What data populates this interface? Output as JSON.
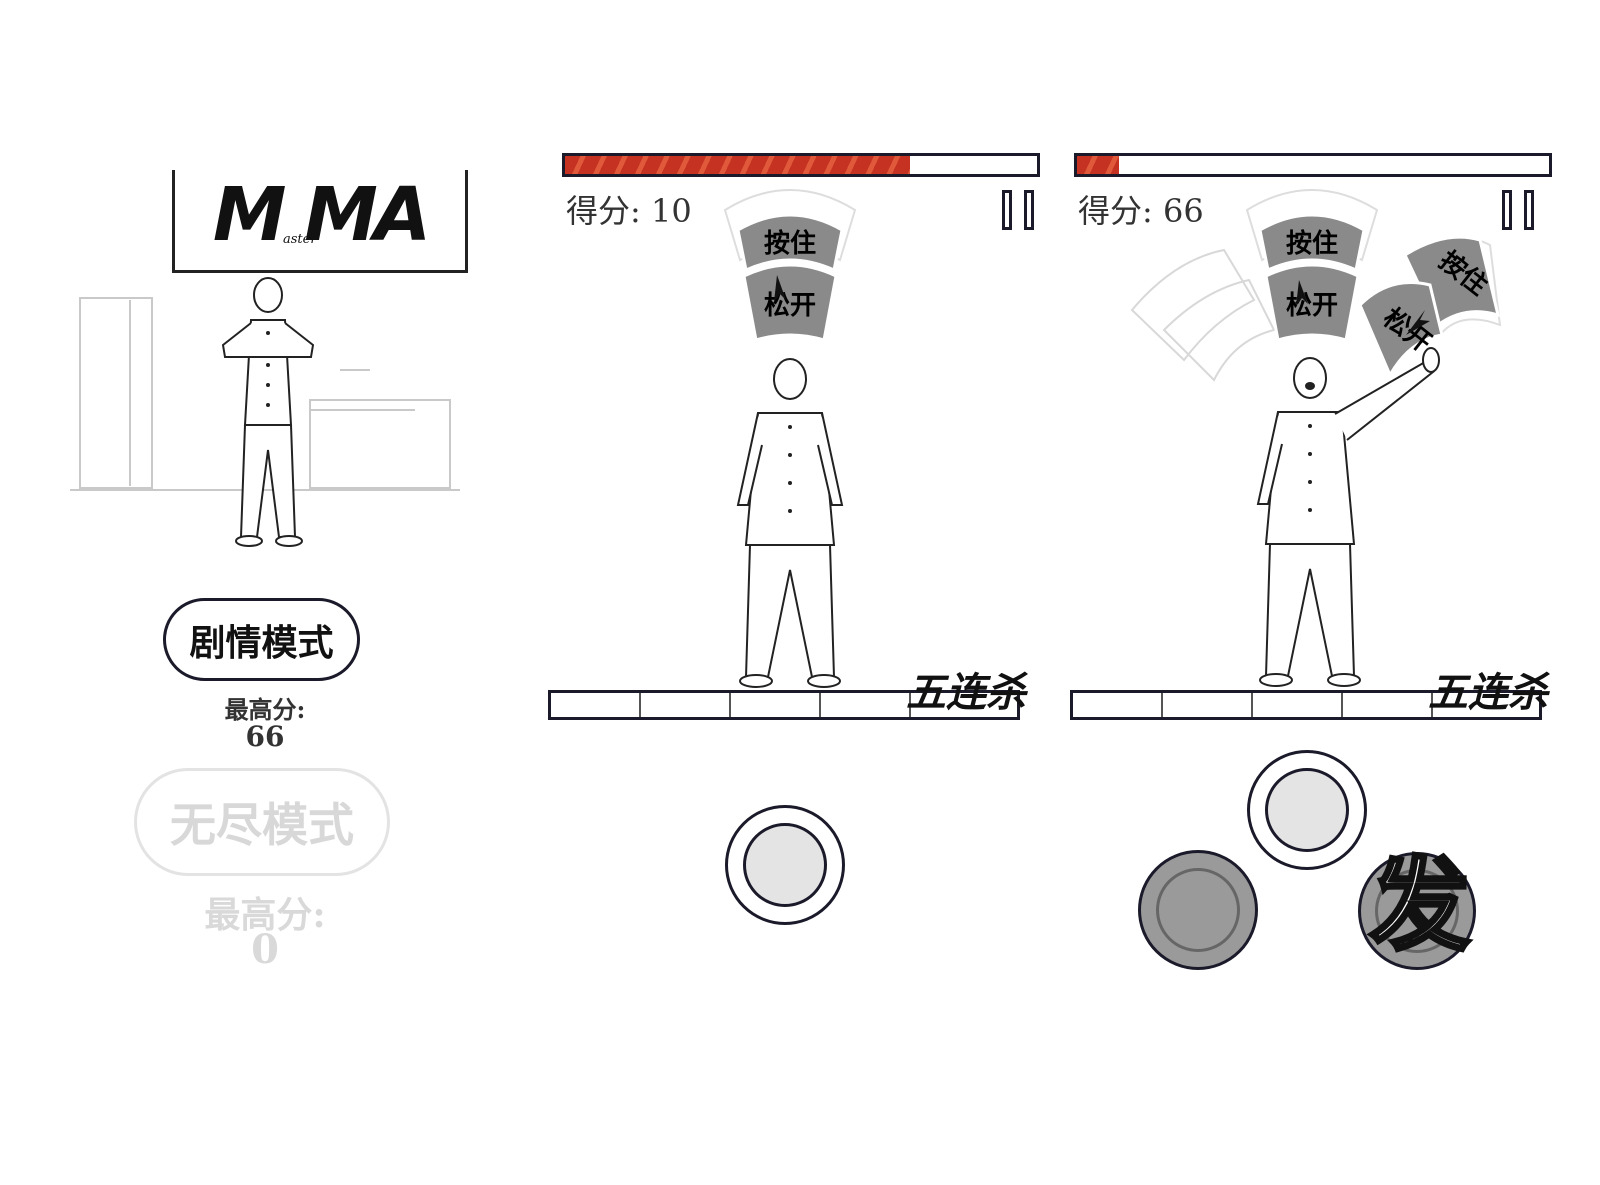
{
  "menu": {
    "logo_title": "M MA",
    "logo_sub": "aster",
    "story_mode_label": "剧情模式",
    "story_high_score_label": "最高分:",
    "story_high_score_value": "66",
    "endless_mode_label": "无尽模式",
    "endless_high_score_label": "最高分:",
    "endless_high_score_value": "0"
  },
  "game_a": {
    "score_label": "得分: 10",
    "health_fraction": 0.73,
    "prompt_hold": "按住",
    "prompt_release": "松开",
    "combo_label": "五连杀"
  },
  "game_b": {
    "score_label": "得分: 66",
    "health_fraction": 0.09,
    "prompt_hold": "按住",
    "prompt_release": "松开",
    "prompt_hold_2": "按住",
    "prompt_release_2": "松开",
    "combo_label": "五连杀",
    "fire_label": "发"
  },
  "colors": {
    "health_red": "#c63222",
    "outline": "#1a1a2a",
    "wedge_gray": "#8a8a8a",
    "button_fill": "#e4e4e4"
  },
  "icons": [
    "pause-icon",
    "cursor-icon",
    "master-figure"
  ]
}
